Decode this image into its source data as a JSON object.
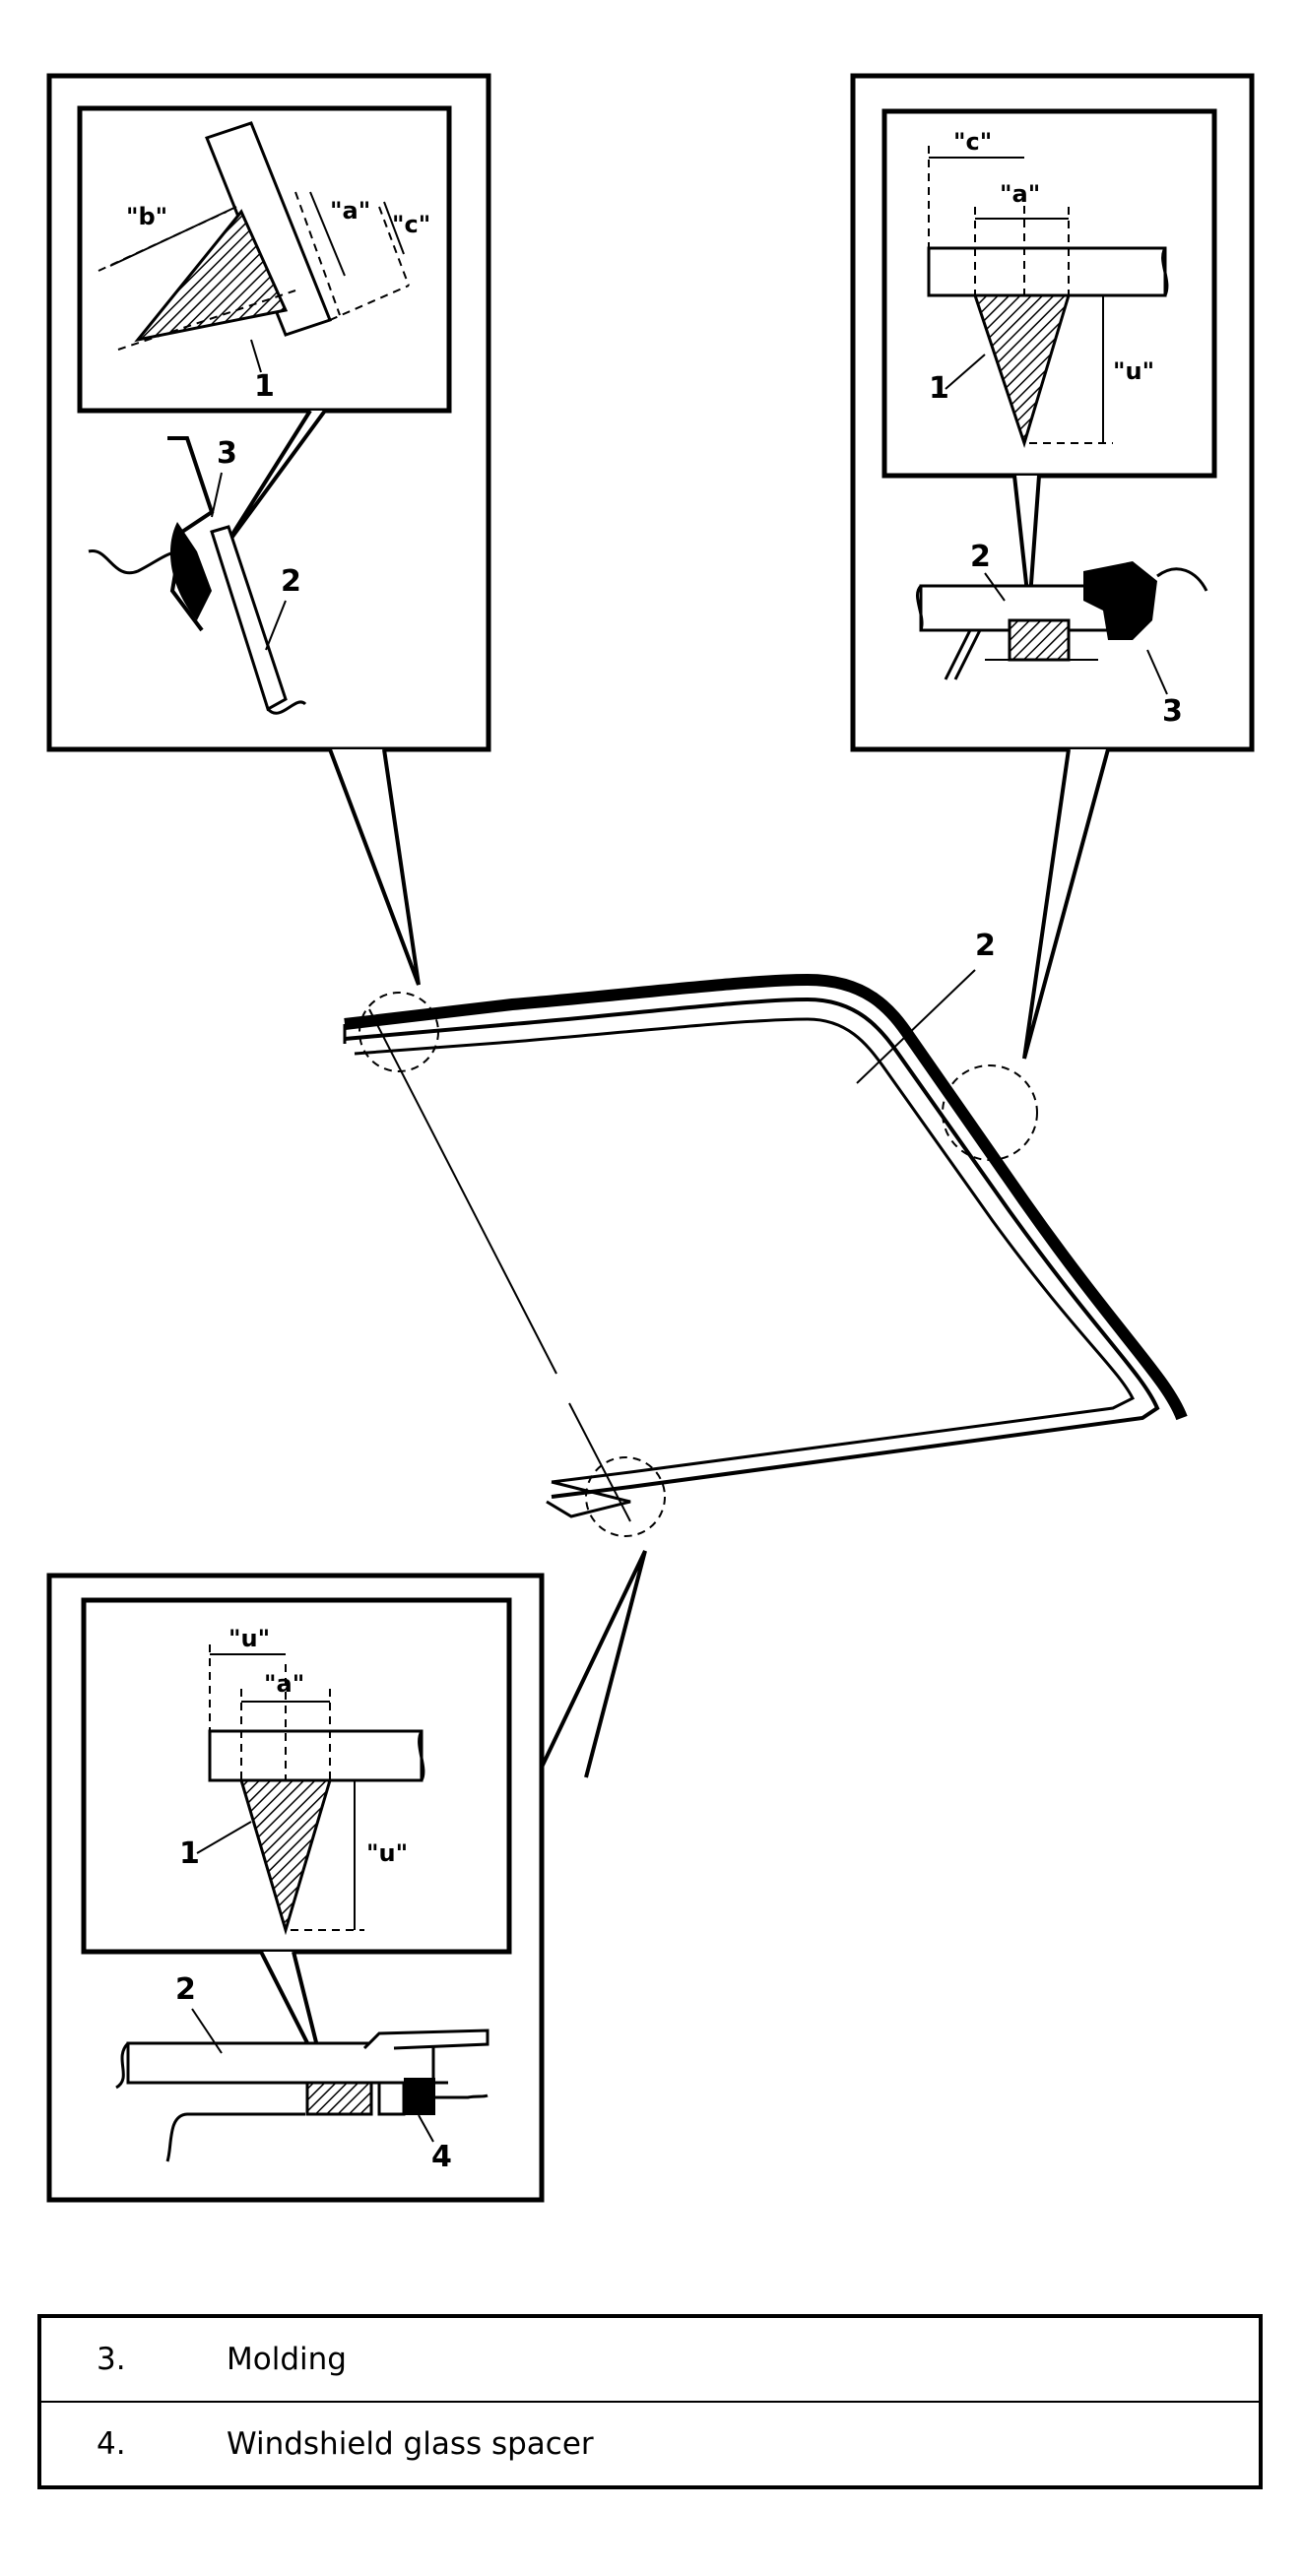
{
  "callouts": {
    "top_left": {
      "inset_labels": {
        "b": "\"b\"",
        "a": "\"a\"",
        "c": "\"c\""
      },
      "parts": [
        "1",
        "3",
        "2"
      ]
    },
    "top_right": {
      "inset_labels": {
        "c": "\"c\"",
        "a": "\"a\"",
        "u": "\"u\""
      },
      "parts": [
        "1",
        "2",
        "3"
      ]
    },
    "main": {
      "parts": [
        "2"
      ]
    },
    "bottom_left": {
      "inset_labels": {
        "u_top": "\"u\"",
        "a": "\"a\"",
        "u": "\"u\""
      },
      "parts": [
        "1",
        "2",
        "4"
      ]
    }
  },
  "legend": [
    {
      "num": "3.",
      "text": "Molding"
    },
    {
      "num": "4.",
      "text": "Windshield glass spacer"
    }
  ],
  "colors": {
    "line": "#000000",
    "background": "#ffffff"
  }
}
